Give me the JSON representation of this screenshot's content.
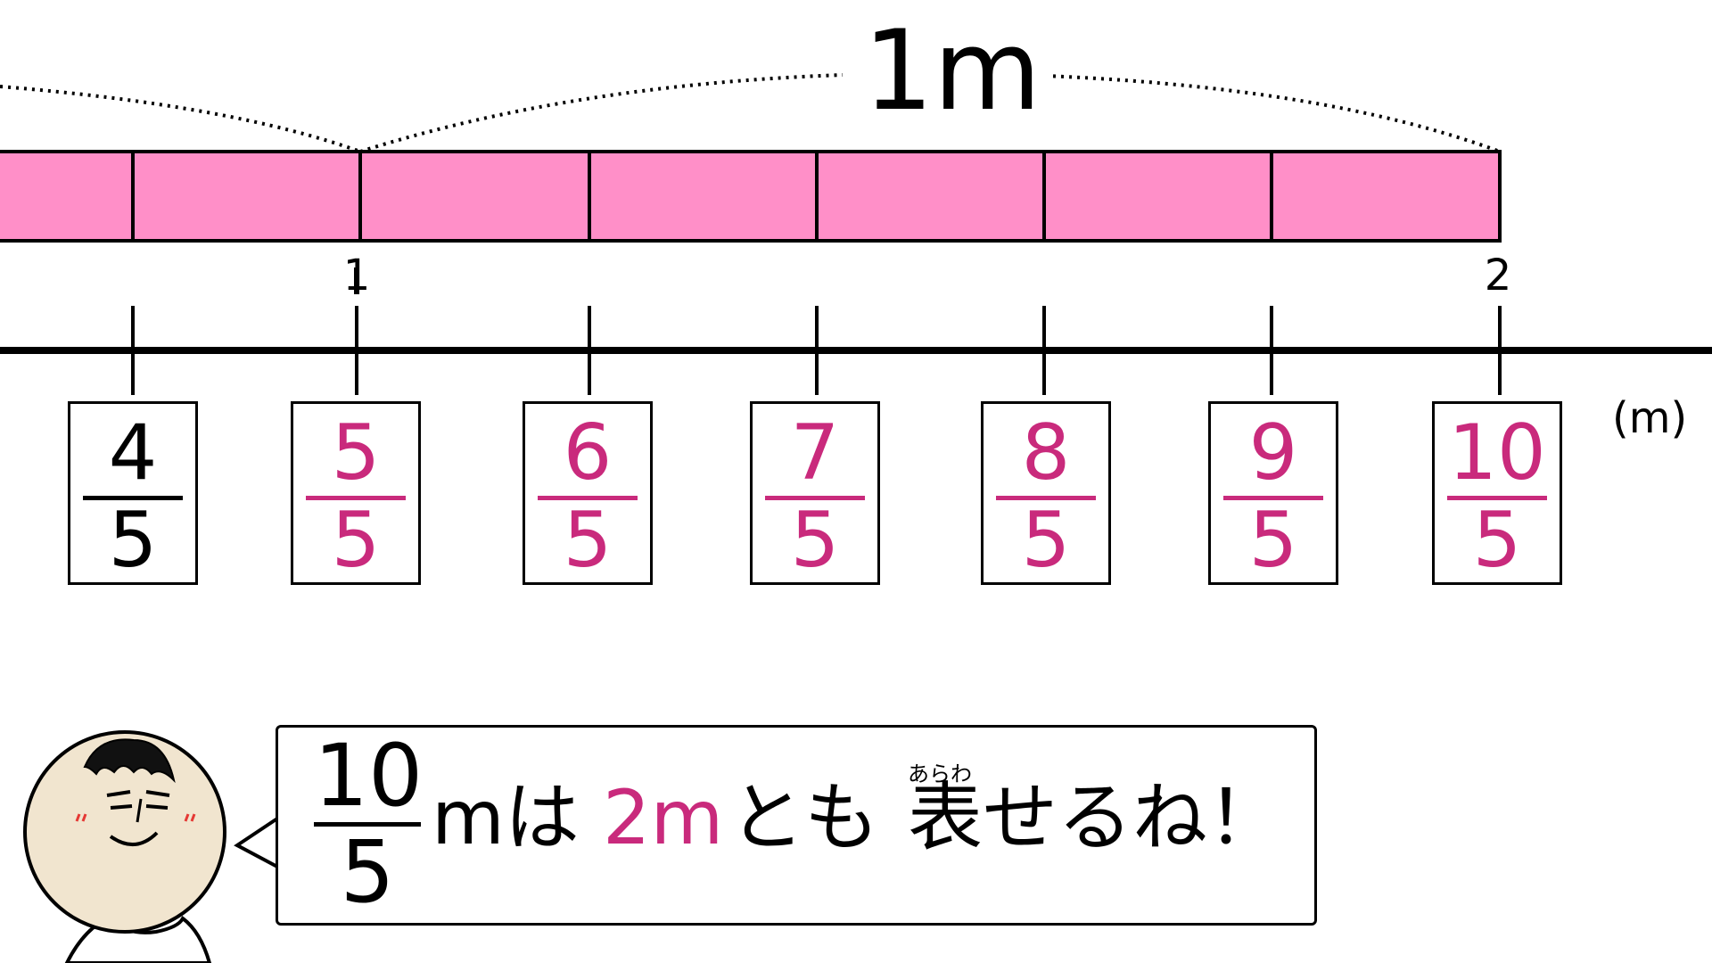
{
  "colors": {
    "bar_fill": "#ff8fc8",
    "accent": "#c92a7c",
    "line": "#000000",
    "face": "#f1e5cf",
    "cheek": "#e53935"
  },
  "diagram": {
    "brace_label": "1m",
    "number_line": {
      "unit": "(m)",
      "top_labels": [
        "1",
        "2"
      ],
      "fractions": [
        {
          "num": "4",
          "den": "5",
          "highlight": false
        },
        {
          "num": "5",
          "den": "5",
          "highlight": true
        },
        {
          "num": "6",
          "den": "5",
          "highlight": true
        },
        {
          "num": "7",
          "den": "5",
          "highlight": true
        },
        {
          "num": "8",
          "den": "5",
          "highlight": true
        },
        {
          "num": "9",
          "den": "5",
          "highlight": true
        },
        {
          "num": "10",
          "den": "5",
          "highlight": true
        }
      ]
    }
  },
  "speech": {
    "frac_num": "10",
    "frac_den": "5",
    "part1": "mは",
    "part2": "2m",
    "part3": "とも",
    "part4": "表せるね！",
    "ruby": "あらわ"
  }
}
